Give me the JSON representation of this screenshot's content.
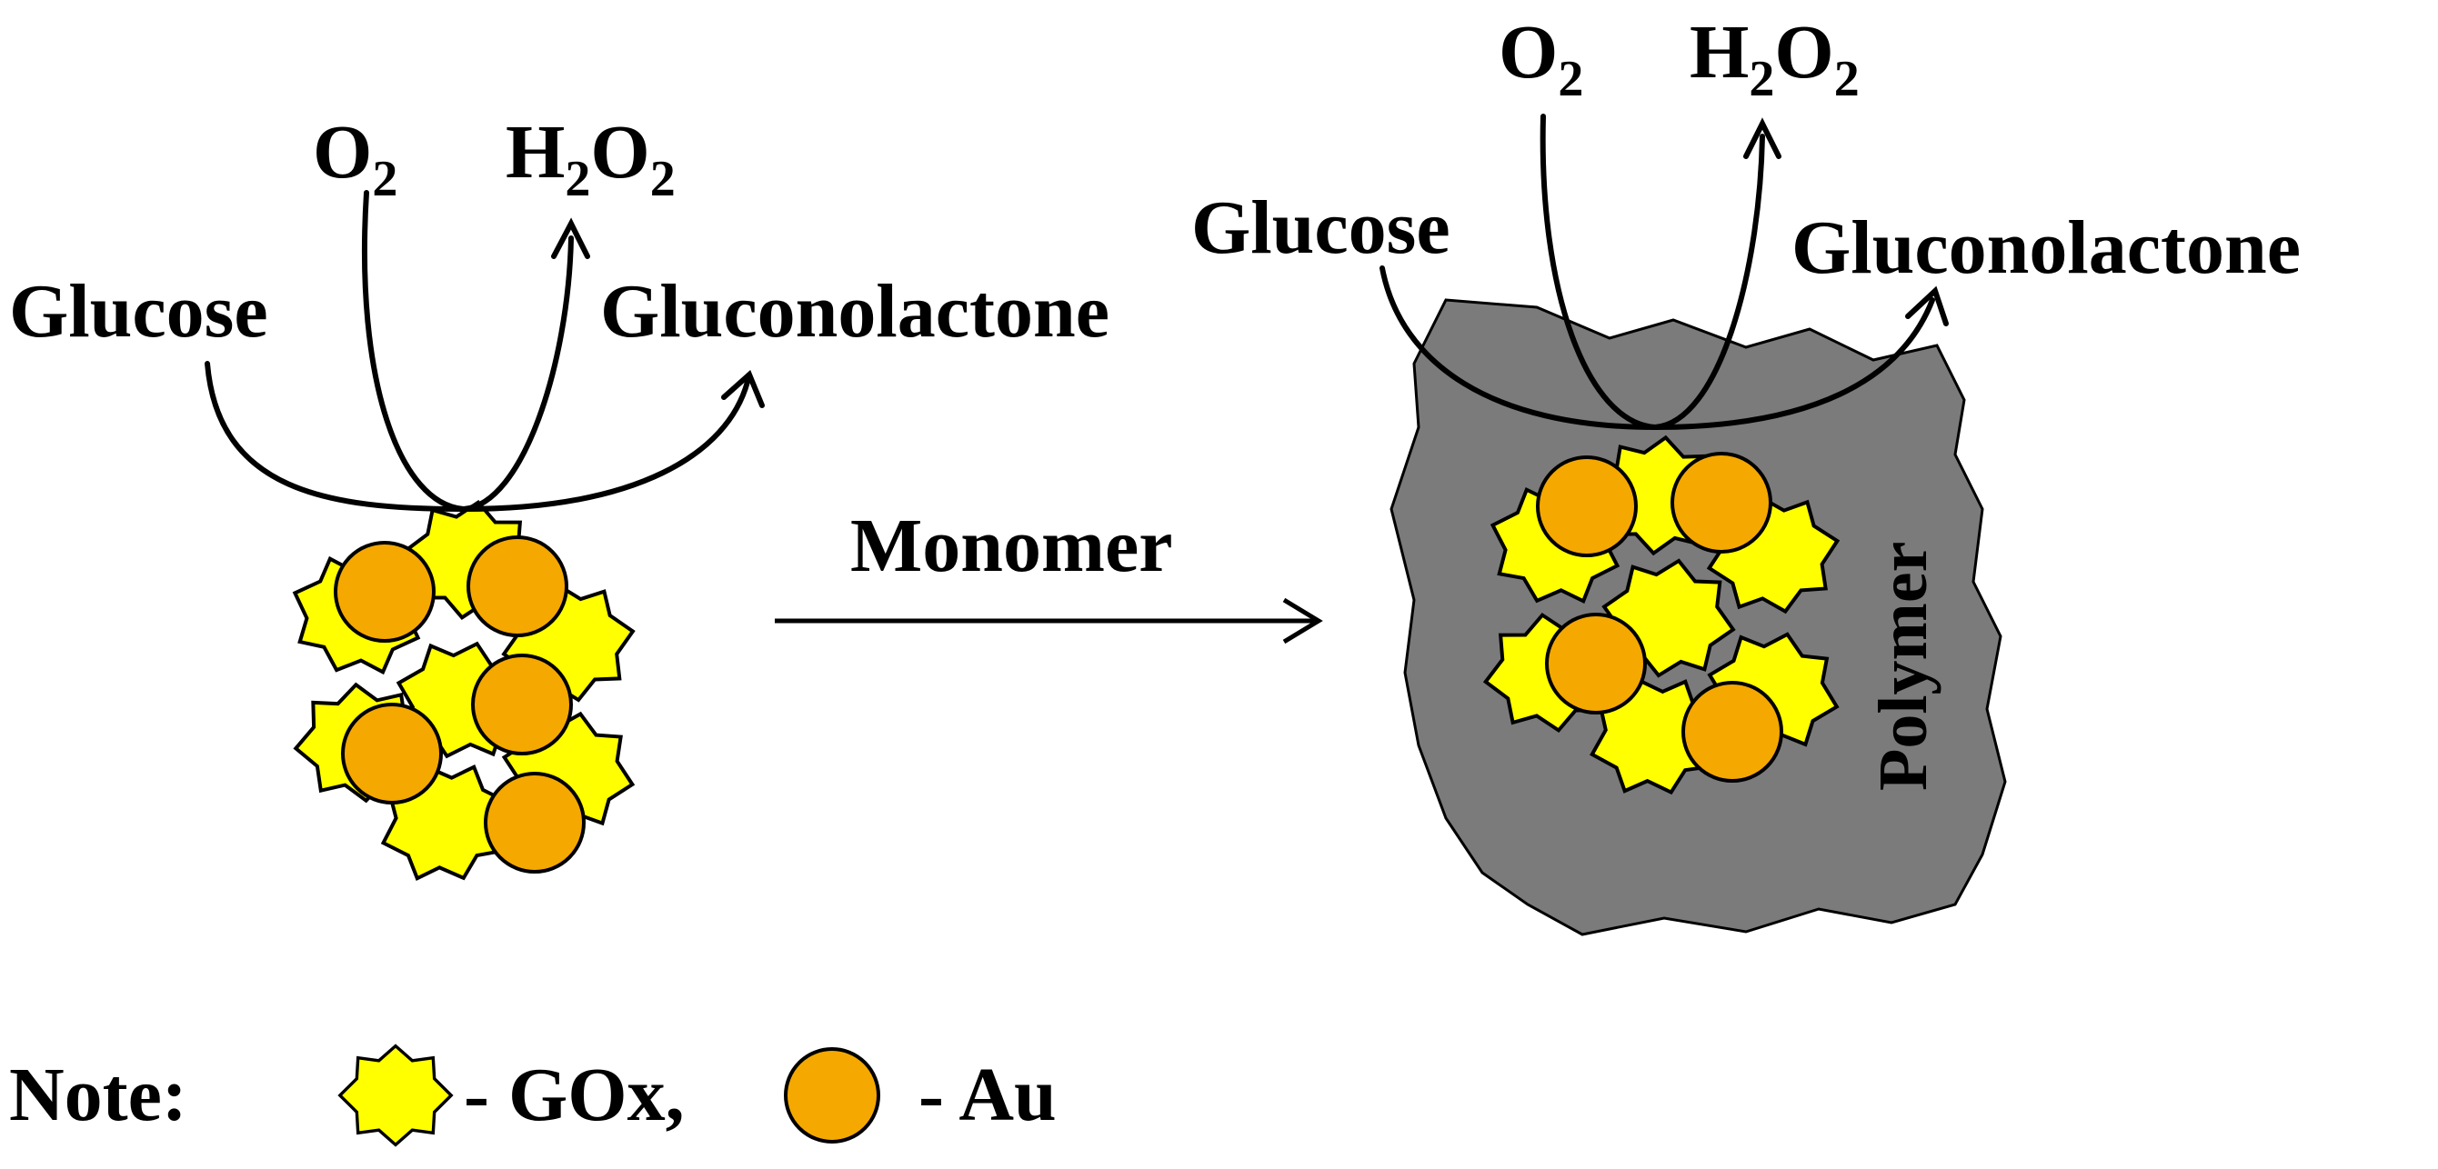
{
  "colors": {
    "gox_fill": "#ffff00",
    "au_fill": "#f5a800",
    "polymer_fill": "#7b7b7b",
    "outline": "#000000"
  },
  "left_cluster": {
    "substrate": "Glucose",
    "product": "Gluconolactone",
    "o2": {
      "main": "O",
      "sub": "2"
    },
    "h2o2": {
      "h": "H",
      "h_sub": "2",
      "o": "O",
      "o_sub": "2"
    }
  },
  "process_arrow": {
    "label": "Monomer"
  },
  "right_cluster": {
    "substrate": "Glucose",
    "product": "Gluconolactone",
    "o2": {
      "main": "O",
      "sub": "2"
    },
    "h2o2": {
      "h": "H",
      "h_sub": "2",
      "o": "O",
      "o_sub": "2"
    },
    "matrix_label": "Polymer"
  },
  "legend": {
    "note": "Note:",
    "gox": "- GOx,",
    "au": "- Au",
    "gox_icon": "star-icon",
    "au_icon": "circle-icon"
  }
}
